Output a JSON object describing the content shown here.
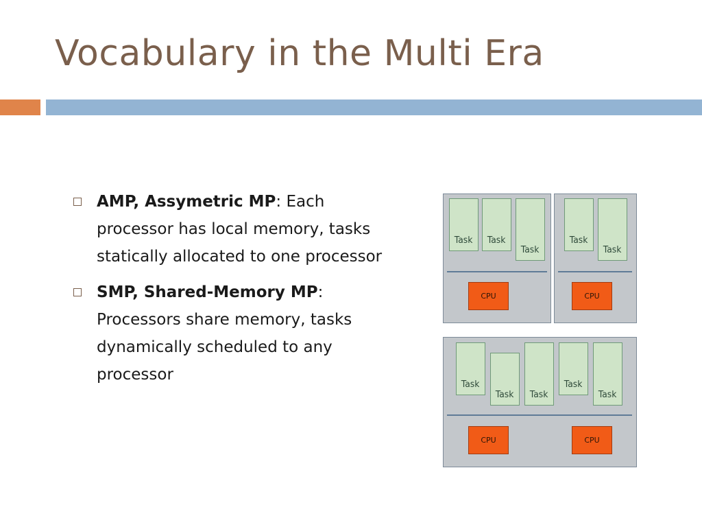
{
  "slide": {
    "title": "Vocabulary in the Multi Era"
  },
  "bullets": [
    {
      "term": "AMP, Assymetric MP",
      "sep": ": ",
      "text": "Each processor has local memory, tasks statically allocated to one processor"
    },
    {
      "term": "SMP, Shared-Memory MP",
      "sep": ": ",
      "text": "Processors share memory, tasks dynamically scheduled to any processor"
    }
  ],
  "diagram": {
    "task_label": "Task",
    "cpu_label": "CPU"
  },
  "colors": {
    "title": "#7a5f4c",
    "accent_orange": "#e0844a",
    "accent_blue": "#93b4d3",
    "panel": "#c3c7cb",
    "task": "#cfe4c8",
    "cpu": "#f15b17"
  }
}
